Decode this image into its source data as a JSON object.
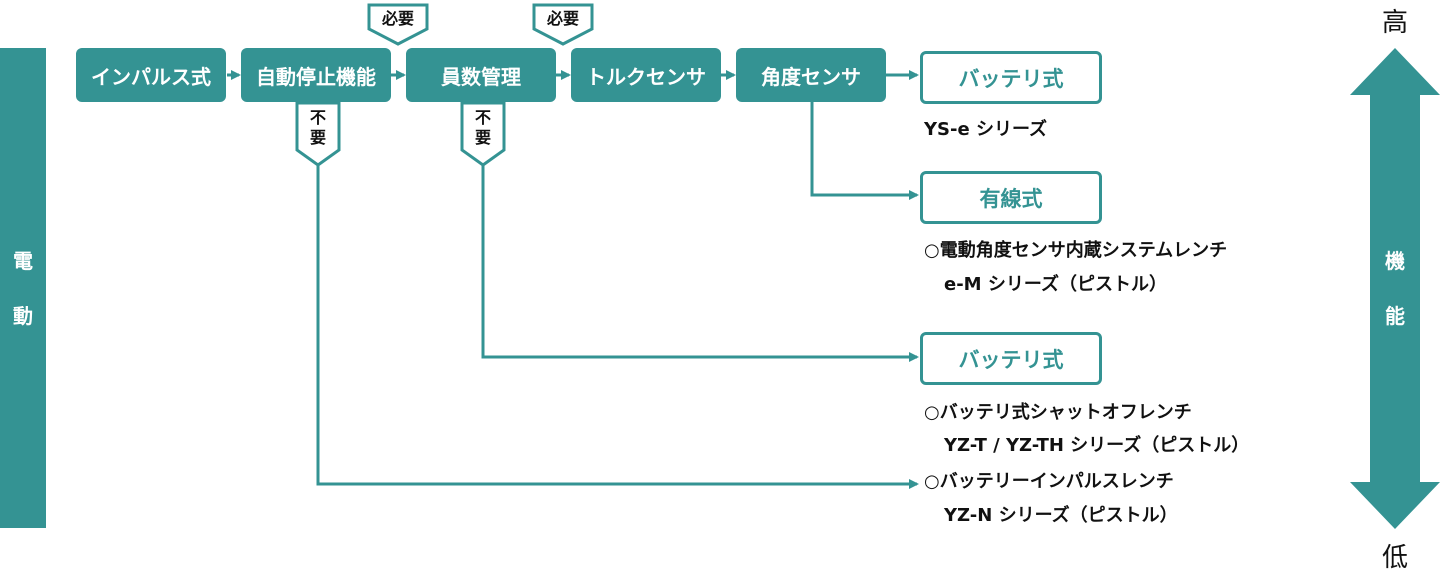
{
  "category_label": "電動",
  "stages": [
    "インパルス式",
    "自動停止機能",
    "員数管理",
    "トルクセンサ",
    "角度センサ"
  ],
  "tags": {
    "required": "必要",
    "not_required": "不要"
  },
  "results": {
    "battery_top": "バッテリ式",
    "wired": "有線式",
    "battery_mid": "バッテリ式"
  },
  "descriptions": {
    "ys_e": "YS-e シリーズ",
    "em_line1": "○電動角度センサ内蔵システムレンチ",
    "em_line2": "e-M シリーズ（ピストル）",
    "yz_t_line1": "○バッテリ式シャットオフレンチ",
    "yz_t_line2": "YZ-T / YZ-TH シリーズ（ピストル）",
    "yz_n_line1": "○バッテリーインパルスレンチ",
    "yz_n_line2": "YZ-N シリーズ（ピストル）"
  },
  "scale": {
    "high": "高",
    "low": "低",
    "axis_label": "機能"
  },
  "colors": {
    "teal": "#349393",
    "text": "#111111",
    "background": "#ffffff"
  }
}
